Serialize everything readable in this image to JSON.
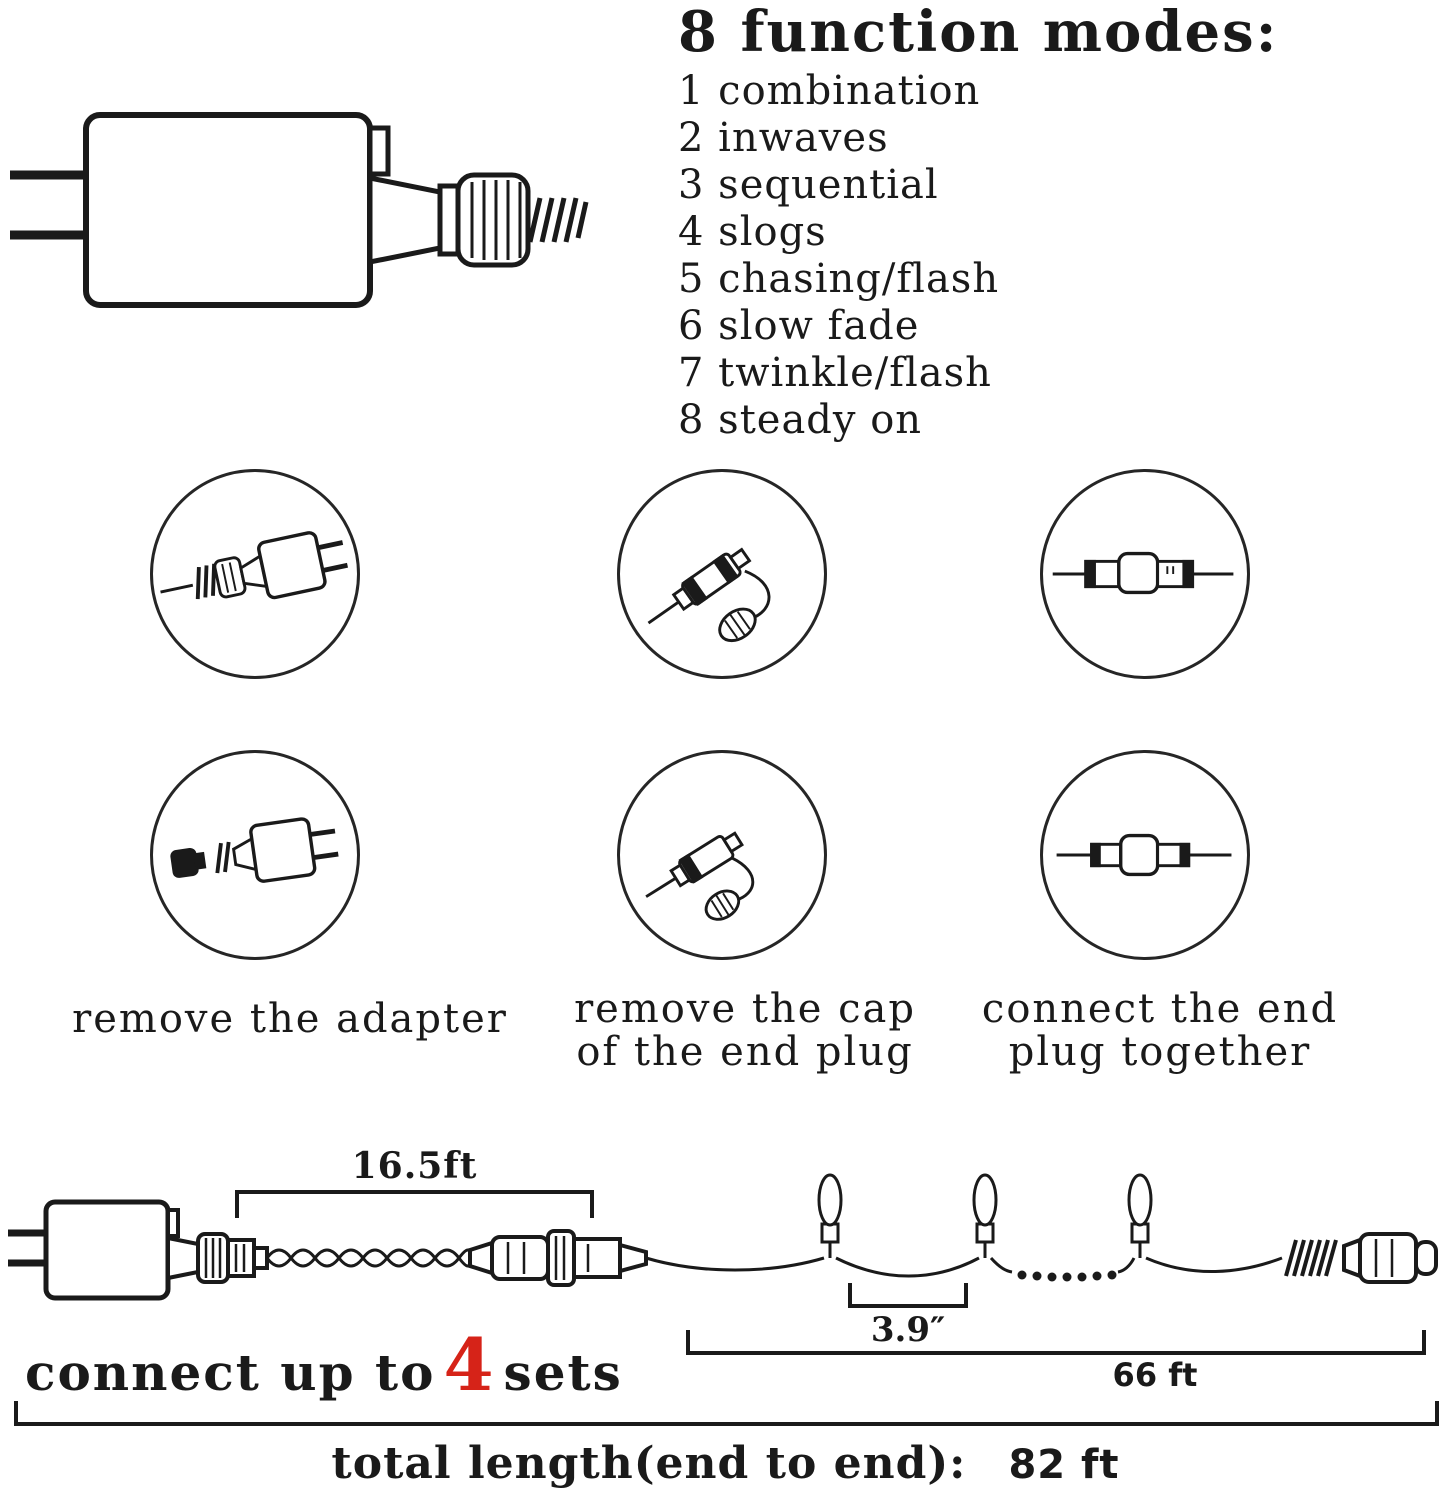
{
  "colors": {
    "ink": "#1a1a1a",
    "accent_red": "#d62318"
  },
  "function_modes": {
    "title": "8 function modes:",
    "items": [
      "1 combination",
      "2 inwaves",
      "3 sequential",
      "4 slogs",
      "5 chasing/flash",
      "6 slow fade",
      "7 twinkle/flash",
      "8 steady on"
    ]
  },
  "steps": {
    "captions": [
      {
        "line1": "remove the adapter",
        "line2": ""
      },
      {
        "line1": "remove the cap",
        "line2": "of the end plug"
      },
      {
        "line1": "connect the end",
        "line2": "plug together"
      }
    ]
  },
  "diagram": {
    "lead_length": "16.5ft",
    "bulb_spacing": "3.9″",
    "section_length": "66 ft",
    "connect_text_prefix": "connect up to",
    "connect_sets_count": "4",
    "connect_text_suffix": "sets",
    "total_label": "total length(end to end):",
    "total_value": "82 ft"
  }
}
